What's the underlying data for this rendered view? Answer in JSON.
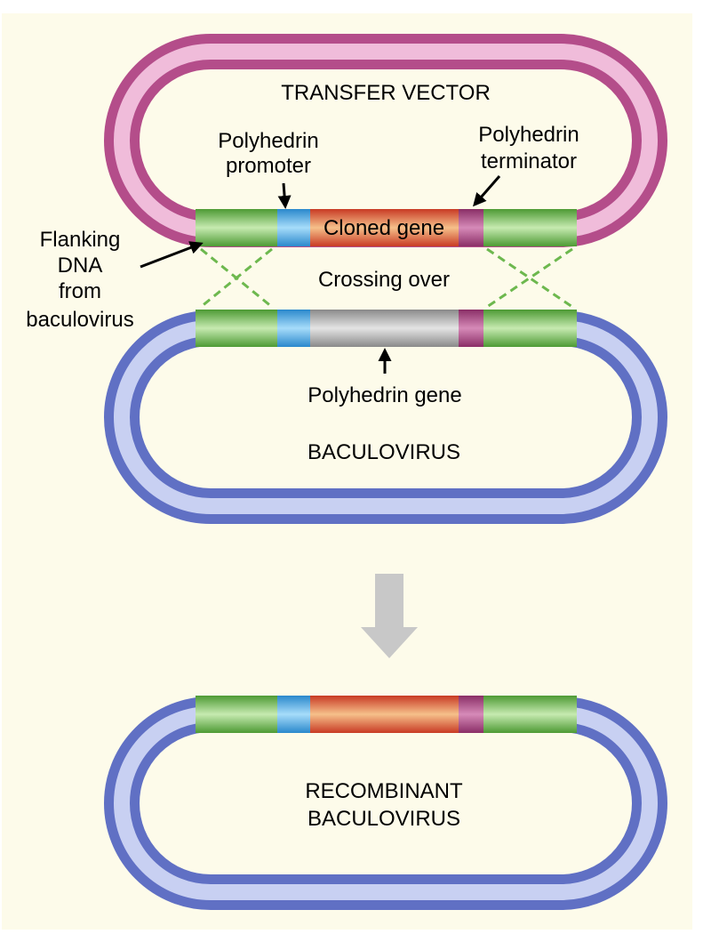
{
  "labels": {
    "transfer_vector": "TRANSFER VECTOR",
    "polyhedrin_promoter": [
      "Polyhedrin",
      "promoter"
    ],
    "polyhedrin_terminator": [
      "Polyhedrin",
      "terminator"
    ],
    "cloned_gene": "Cloned gene",
    "flanking_dna": [
      "Flanking",
      "DNA",
      "from",
      "baculovirus"
    ],
    "crossing_over": "Crossing over",
    "polyhedrin_gene": "Polyhedrin gene",
    "baculovirus": "BACULOVIRUS",
    "recombinant_baculovirus": [
      "RECOMBINANT",
      "BACULOVIRUS"
    ]
  },
  "colors": {
    "background": "#fdfbea",
    "transfer_vector_ring": "#d872ac",
    "baculovirus_ring": "#8a98dc",
    "flanking_dna": "#6db84e",
    "promoter": "#4aa8e6",
    "cloned_gene": "#e0603a",
    "terminator": "#a2447c",
    "polyhedrin_gene": "#9a9a9a",
    "crossover_lines": "#6db84e",
    "down_arrow": "#c8c8c8"
  },
  "icons": {
    "promoter_pointer": "arrow-down-icon",
    "terminator_pointer": "arrow-down-left-icon",
    "flanking_pointer": "arrow-up-right-icon",
    "gene_pointer": "arrow-up-icon",
    "process_arrow": "big-down-arrow-icon"
  }
}
